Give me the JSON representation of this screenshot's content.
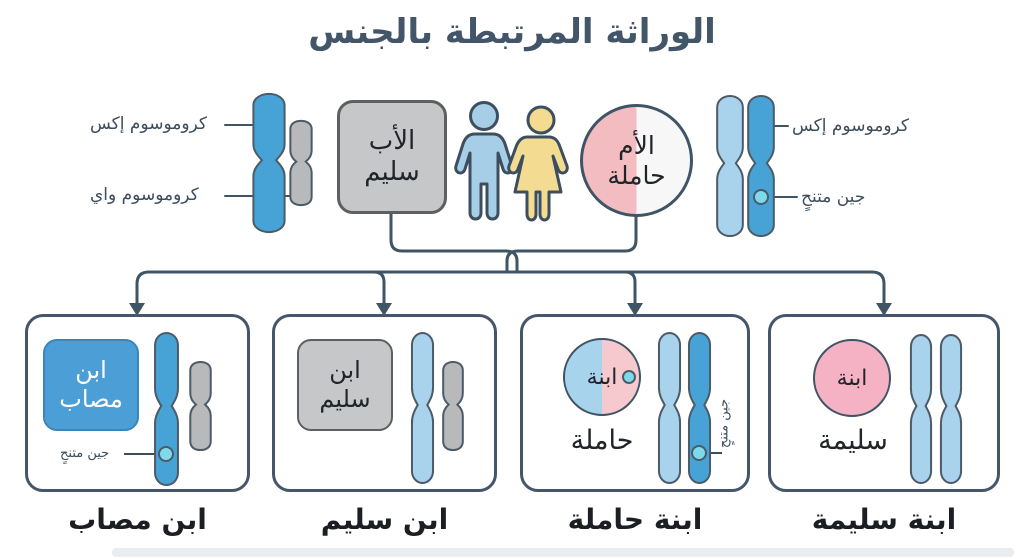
{
  "title": "الوراثة المرتبطة بالجنس",
  "colors": {
    "title_text": "#435568",
    "line": "#3f5464",
    "dark_text": "#212529",
    "caption_text": "#1b1f23",
    "label_text": "#3d4d5c",
    "blue_chromosome": "#47a3d6",
    "pale_blue_chromosome": "#a9d2ec",
    "gray_chromosome": "#b8b9bb",
    "chromosome_outline": "#4c5b68",
    "father_box_fill": "#c6c7c9",
    "father_box_border": "#5d5f62",
    "affected_son_fill": "#4c9fd6",
    "affected_son_border": "#3a86b8",
    "mother_left_fill": "#f8f7f7",
    "mother_right_fill": "#f3bcc1",
    "carrier_left_fill": "#f6c9cf",
    "carrier_right_fill": "#a8d3ec",
    "daughter_circle_fill": "#f4b2c4",
    "gene_dot_fill": "#7edaea",
    "male_fill": "#a6cfe7",
    "female_fill": "#f3dc92",
    "card_border": "#45566a",
    "bottom_strip": "#e9edf0"
  },
  "parents": {
    "father": {
      "line1": "الأب",
      "line2": "سليم"
    },
    "mother": {
      "line1": "الأم",
      "line2": "حاملة"
    },
    "left_labels": {
      "x_chromosome": "كروموسوم إكس",
      "y_chromosome": "كروموسوم واي"
    },
    "right_labels": {
      "x_chromosome": "كروموسوم إكس",
      "recessive_gene": "جين متنحٍ"
    }
  },
  "children": [
    {
      "badge_line1": "ابن",
      "badge_line2": "مصاب",
      "gene_label": "جين متنحٍ",
      "caption": "ابن مصاب"
    },
    {
      "badge_line1": "ابن",
      "badge_line2": "سليم",
      "caption": "ابن سليم"
    },
    {
      "badge": "ابنة",
      "status": "حاملة",
      "gene_label": "جين متنحٍ",
      "caption": "ابنة حاملة"
    },
    {
      "badge": "ابنة",
      "status": "سليمة",
      "caption": "ابنة سليمة"
    }
  ]
}
